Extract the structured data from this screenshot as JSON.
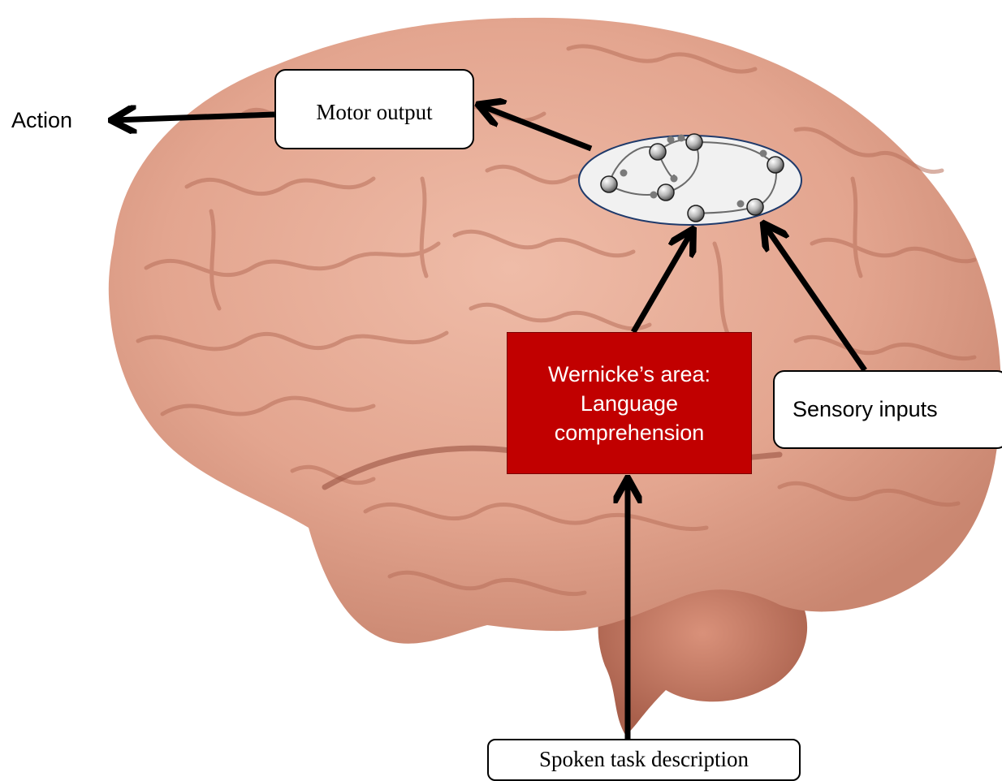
{
  "labels": {
    "action": "Action",
    "motor_output": "Motor output",
    "wernicke_line1": "Wernicke’s area:",
    "wernicke_line2": "Language",
    "wernicke_line3": "comprehension",
    "sensory_inputs": "Sensory inputs",
    "spoken_task": "Spoken task description"
  },
  "colors": {
    "brain": "#e3a58f",
    "brain_shadow": "#b86f5a",
    "wernicke_fill": "#c10000",
    "network_fill": "#f1f1f1",
    "arrow": "#000000"
  },
  "icons": {
    "brain": "brain-illustration",
    "network": "neural-network-icon"
  }
}
